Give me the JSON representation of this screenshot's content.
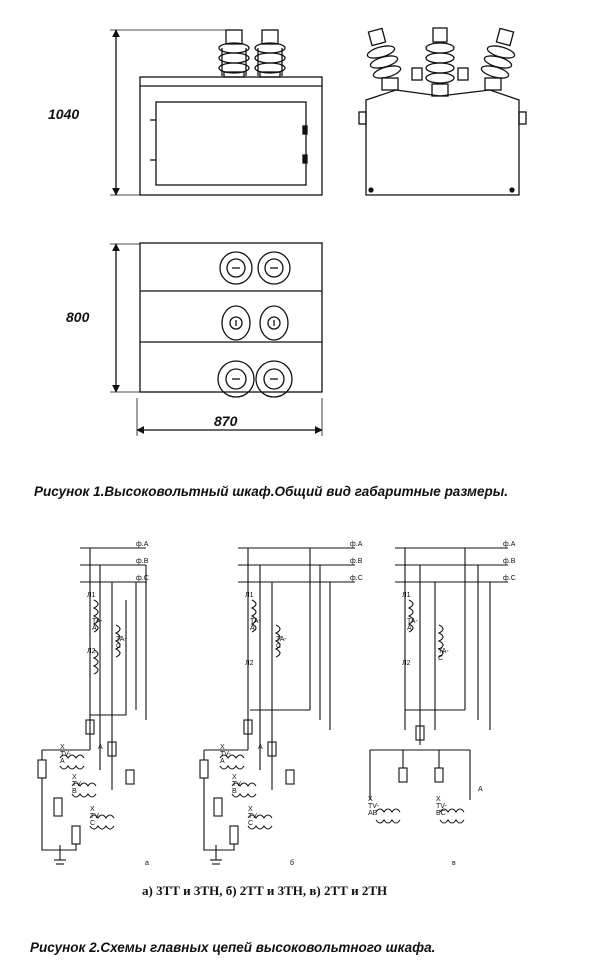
{
  "figure1": {
    "dim_height": "1040",
    "dim_depth": "800",
    "dim_width": "870",
    "caption": "Рисунок 1.Высоковольтный шкаф.Общий вид габаритные  размеры."
  },
  "figure2": {
    "phase_labels": [
      "ф.А",
      "ф.В",
      "ф.С"
    ],
    "labels_a": {
      "ta_a": "TA-A",
      "ta_c": "TA-C",
      "tv_a": "X TV-A",
      "tv_b": "X TV-B",
      "tv_c": "X TV-C",
      "l1": "Л1",
      "l2": "Л2",
      "a": "A",
      "tag": "а"
    },
    "labels_b": {
      "ta_a": "TA-A",
      "ta_c": "TA-C",
      "tv_a": "X TV-A",
      "tv_b": "X TV-B",
      "tv_c": "X TV-C",
      "l1": "Л1",
      "l2": "Л2",
      "a": "A",
      "tag": "б"
    },
    "labels_c": {
      "ta_a": "TA-A",
      "ta_c": "TA-C",
      "tv_ab": "X TV-AB",
      "tv_bc": "X TV-BC",
      "l1": "Л1",
      "l2": "Л2",
      "a": "A",
      "tag": "в"
    },
    "subcaption": "а) 3ТТ и 3ТН, б) 2ТТ и 3ТН, в) 2ТТ и 2ТН",
    "caption": "Рисунок 2.Схемы главных цепей высоковольтного шкафа."
  }
}
